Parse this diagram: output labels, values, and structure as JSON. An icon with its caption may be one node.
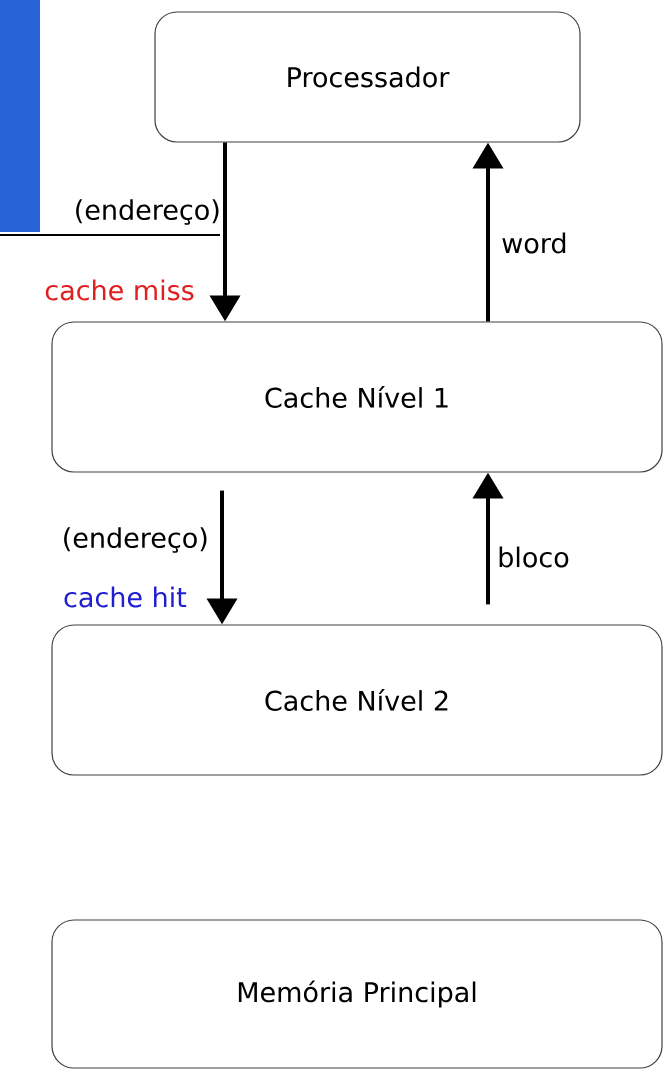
{
  "diagram": {
    "nodes": [
      {
        "text": [
          "Processador"
        ]
      },
      {
        "text": [
          "Cache Nível 1"
        ]
      },
      {
        "text": [
          "Cache Nível 2"
        ]
      },
      {
        "text": [
          "Memória Principal"
        ]
      }
    ],
    "edges": [
      {
        "from": 0,
        "to": 1,
        "arrow": "to",
        "label": "(endereço)"
      },
      {
        "from": 1,
        "to": 0,
        "arrow": "to",
        "label": "word"
      },
      {
        "from": 1,
        "to": 2,
        "arrow": "to",
        "label": "(endereço)"
      },
      {
        "from": 2,
        "to": 1,
        "arrow": "to",
        "label": "bloco"
      }
    ],
    "labels": [
      "cache miss",
      "cache hit"
    ]
  }
}
